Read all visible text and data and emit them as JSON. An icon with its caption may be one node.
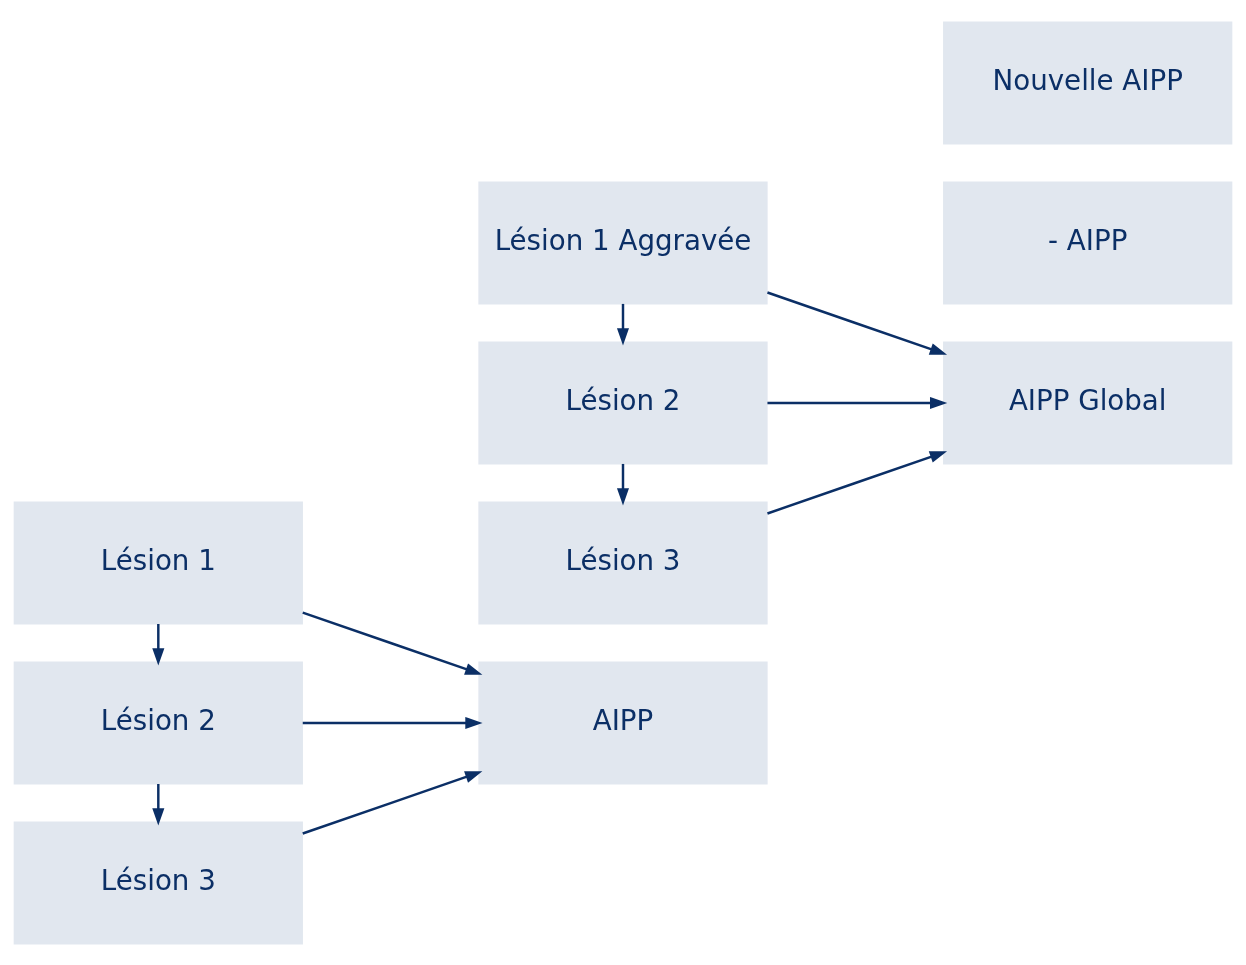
{
  "diagram": {
    "nodes": [
      {
        "text": [
          "Lésion 1"
        ]
      },
      {
        "text": [
          "Lésion 2"
        ]
      },
      {
        "text": [
          "Lésion 3"
        ]
      },
      {
        "text": [
          "AIPP"
        ]
      },
      {
        "text": [
          "Lésion 1 Aggravée"
        ]
      },
      {
        "text": [
          "Lésion 2"
        ]
      },
      {
        "text": [
          "Lésion 3"
        ]
      },
      {
        "text": [
          "AIPP Global"
        ]
      },
      {
        "text": [
          "- AIPP"
        ]
      },
      {
        "text": [
          "Nouvelle AIPP"
        ]
      }
    ],
    "edges": [
      {
        "from": 0,
        "to": 1,
        "arrow": "to"
      },
      {
        "from": 1,
        "to": 2,
        "arrow": "to"
      },
      {
        "from": 0,
        "to": 3,
        "arrow": "to"
      },
      {
        "from": 1,
        "to": 3,
        "arrow": "to"
      },
      {
        "from": 2,
        "to": 3,
        "arrow": "to"
      },
      {
        "from": 4,
        "to": 5,
        "arrow": "to"
      },
      {
        "from": 5,
        "to": 6,
        "arrow": "to"
      },
      {
        "from": 4,
        "to": 7,
        "arrow": "to"
      },
      {
        "from": 5,
        "to": 7,
        "arrow": "to"
      },
      {
        "from": 6,
        "to": 7,
        "arrow": "to"
      }
    ]
  }
}
